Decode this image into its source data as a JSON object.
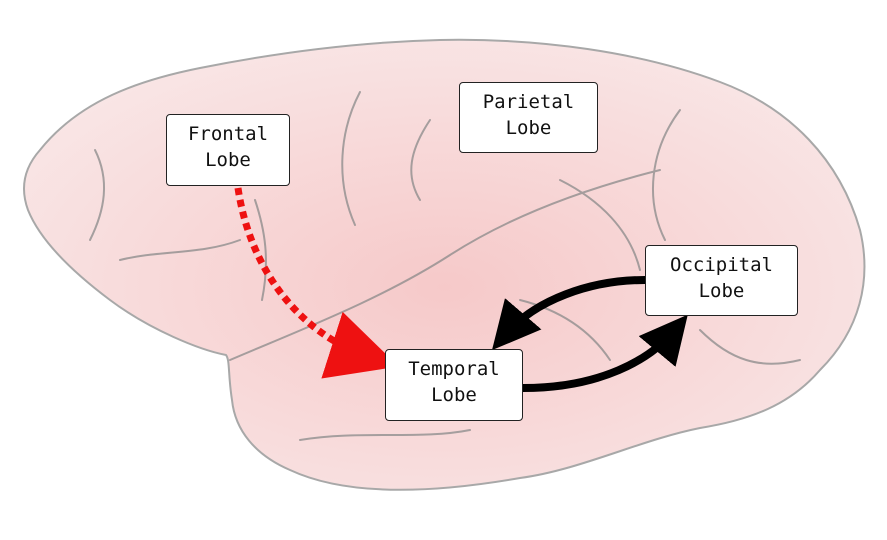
{
  "lobes": {
    "frontal": {
      "line1": "Frontal",
      "line2": "Lobe"
    },
    "parietal": {
      "line1": "Parietal",
      "line2": "Lobe"
    },
    "occipital": {
      "line1": "Occipital",
      "line2": "Lobe"
    },
    "temporal": {
      "line1": "Temporal",
      "line2": "Lobe"
    }
  },
  "connections": [
    {
      "from": "frontal",
      "to": "temporal",
      "style": "dashed",
      "color": "#ee1111"
    },
    {
      "from": "occipital",
      "to": "temporal",
      "style": "solid",
      "color": "#000000"
    },
    {
      "from": "temporal",
      "to": "occipital",
      "style": "solid",
      "color": "#000000"
    }
  ],
  "colors": {
    "brain_fill": "#f7dcdc",
    "brain_outline": "#a8a8a8"
  }
}
